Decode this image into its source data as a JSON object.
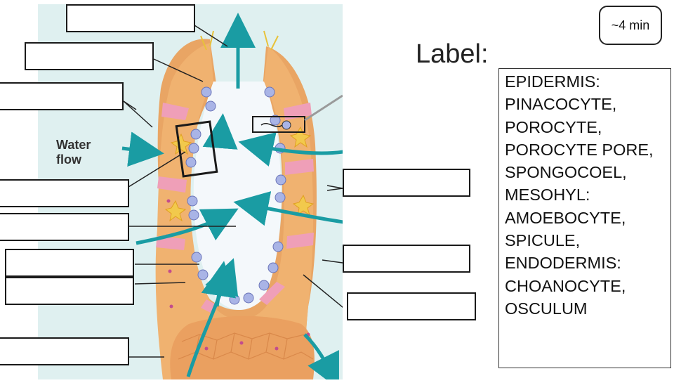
{
  "timer": "~4 min",
  "label_heading": "Label:",
  "word_bank": [
    "EPIDERMIS:",
    "PINACOCYTE,",
    "POROCYTE,",
    "POROCYTE PORE,",
    "SPONGOCOEL,",
    "MESOHYL:",
    "AMOEBOCYTE,",
    "SPICULE,",
    "ENDODERMIS:",
    "CHOANOCYTE,",
    "OSCULUM"
  ],
  "diagram": {
    "water_flow_line1": "Water",
    "water_flow_line2": "flow",
    "colors": {
      "background": "#dff0f0",
      "body_wall": "#e9a564",
      "mesohyl": "#f5c27a",
      "cells": "#a9b4e6",
      "arrows": "#1a9ca3",
      "pink": "#ef9fb8"
    }
  },
  "blank_labels": [
    "",
    "",
    "",
    "",
    "",
    "",
    "",
    "",
    "",
    "",
    ""
  ]
}
